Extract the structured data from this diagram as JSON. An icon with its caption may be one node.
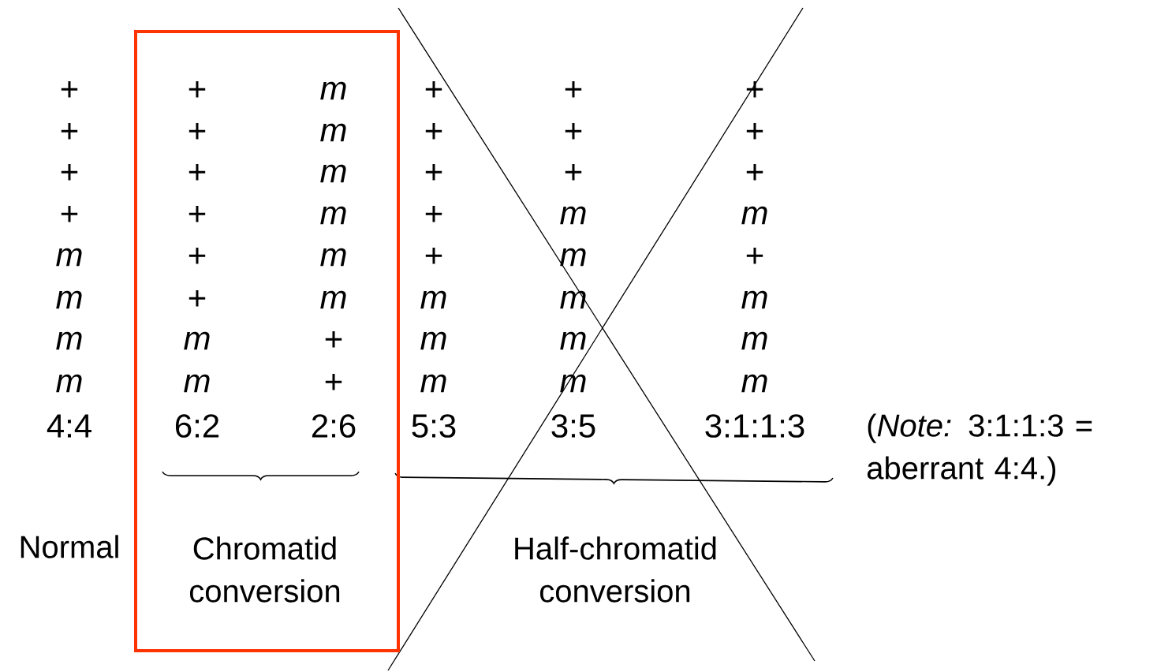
{
  "diagram": {
    "nodes": [
      {
        "text": [
          "Chromatid conversion"
        ]
      }
    ],
    "labels": [
      "+",
      "+",
      "m",
      "+",
      "+",
      "+",
      "+",
      "+",
      "m",
      "+",
      "+",
      "+",
      "+",
      "+",
      "m",
      "+",
      "+",
      "+",
      "+",
      "+",
      "m",
      "+",
      "m",
      "m",
      "m",
      "+",
      "m",
      "+",
      "m",
      "+",
      "m",
      "+",
      "m",
      "m",
      "m",
      "m",
      "m",
      "m",
      "+",
      "m",
      "m",
      "m",
      "m",
      "m",
      "+",
      "m",
      "m",
      "m",
      "4:4",
      "6:2",
      "2:6",
      "5:3",
      "3:5",
      "3:1:1:3",
      "(*Note:* 3:1:1:3 = aberrant 4:4.)",
      "Normal",
      "Half-chromatid conversion"
    ]
  }
}
